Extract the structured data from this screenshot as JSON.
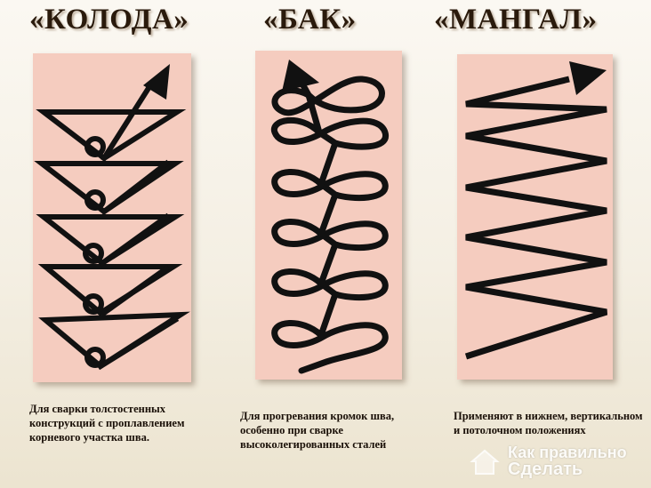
{
  "titles": {
    "kolodа": "«КОЛОДА»",
    "bak": "«БАК»",
    "mangal": "«МАНГАЛ»"
  },
  "captions": {
    "kolodа": "Для сварки толстостенных конструкций с проплавлением корневого участка шва.",
    "bak": "Для прогревания кромок шва, особенно при сварке высоколегированных сталей",
    "mangal": "Применяют в нижнем, вертикальном и потолочном положениях"
  },
  "watermark": {
    "line1": "Как правильно",
    "line2": "Сделать"
  },
  "colors": {
    "panel": "#f5ccbf",
    "ink": "#111111",
    "title": "#2a1a0c"
  }
}
